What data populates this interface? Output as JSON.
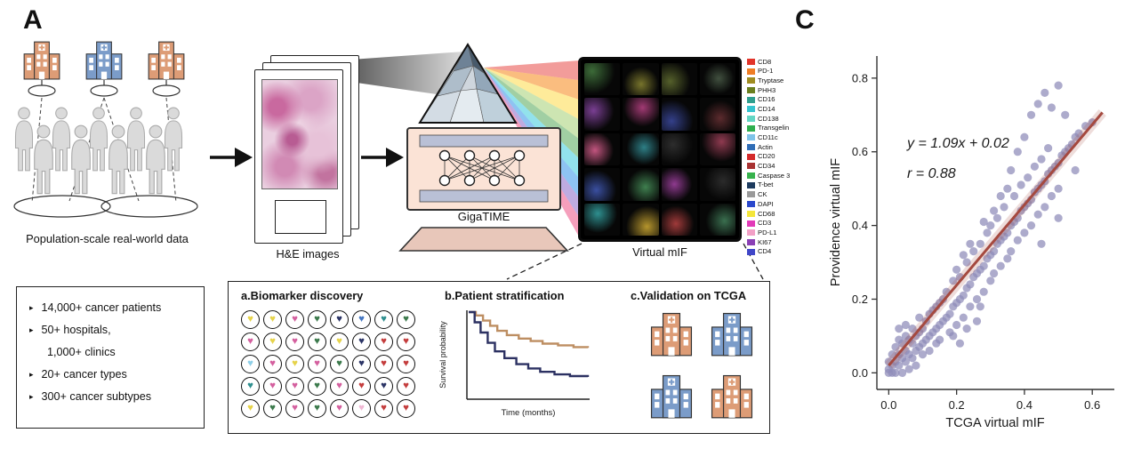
{
  "panels": {
    "a": "A",
    "c": "C"
  },
  "population": {
    "caption": "Population-scale real-world data",
    "hospital_colors": [
      "#dd9c76",
      "#7b9cc9",
      "#dd9c76"
    ]
  },
  "he": {
    "caption": "H&E images"
  },
  "model": {
    "label": "GigaTIME",
    "ray_colors": [
      "#e53935",
      "#f57c00",
      "#fdd835",
      "#9ccc65",
      "#43a047",
      "#26c6da",
      "#1e88e5",
      "#7e57c2",
      "#ec407a"
    ]
  },
  "mif": {
    "caption": "Virtual mIF",
    "tile_colors": [
      "#3c6b38",
      "#77742c",
      "#55602b",
      "#41503f",
      "#7a3f93",
      "#a23a74",
      "#34408a",
      "#5c2b2e",
      "#c2557f",
      "#2e7f86",
      "#2d2d2d",
      "#8f3a50",
      "#3a4fa0",
      "#3f7f4f",
      "#8f3a8f",
      "#2b2b2b",
      "#2e8f8f",
      "#b5952d",
      "#a03a3a",
      "#3a6f4f"
    ]
  },
  "legend": {
    "markers": [
      {
        "name": "CD8",
        "color": "#e2342a"
      },
      {
        "name": "PD-1",
        "color": "#ef7d25"
      },
      {
        "name": "Tryptase",
        "color": "#a08c21"
      },
      {
        "name": "PHH3",
        "color": "#6b7f1e"
      },
      {
        "name": "CD16",
        "color": "#2f9e8e"
      },
      {
        "name": "CD14",
        "color": "#35c4cf"
      },
      {
        "name": "CD138",
        "color": "#63d6c4"
      },
      {
        "name": "Transgelin",
        "color": "#2fae4e"
      },
      {
        "name": "CD11c",
        "color": "#7fc3e8"
      },
      {
        "name": "Actin",
        "color": "#2f6db6"
      },
      {
        "name": "CD20",
        "color": "#d42a2a"
      },
      {
        "name": "CD34",
        "color": "#a83232"
      },
      {
        "name": "Caspase 3",
        "color": "#37b24d"
      },
      {
        "name": "T-bet",
        "color": "#1d3b5e"
      },
      {
        "name": "CK",
        "color": "#9a9a9a"
      },
      {
        "name": "DAPI",
        "color": "#2a47cc"
      },
      {
        "name": "CD68",
        "color": "#f4e63a"
      },
      {
        "name": "CD3",
        "color": "#e23ab8"
      },
      {
        "name": "PD-L1",
        "color": "#f2a0c6"
      },
      {
        "name": "KI67",
        "color": "#8a3fb5"
      },
      {
        "name": "CD4",
        "color": "#4046c8"
      }
    ]
  },
  "stats_box": {
    "items": [
      {
        "bullet": true,
        "indent": false,
        "text": "14,000+ cancer patients"
      },
      {
        "bullet": true,
        "indent": false,
        "text": "50+ hospitals,"
      },
      {
        "bullet": false,
        "indent": true,
        "text": "1,000+ clinics"
      },
      {
        "bullet": true,
        "indent": false,
        "text": "20+ cancer types"
      },
      {
        "bullet": true,
        "indent": false,
        "text": "300+ cancer subtypes"
      }
    ]
  },
  "applications": {
    "biomarker": {
      "title": "a.Biomarker discovery",
      "palette": [
        "#e6d34b",
        "#d4609f",
        "#3c7a4c",
        "#2c3566",
        "#4577c2",
        "#2f8f8f",
        "#c43d3d",
        "#8fd0e8",
        "#f0b8d4",
        "#7a2d52"
      ],
      "grid": [
        [
          0,
          0,
          1,
          2,
          3,
          4,
          5,
          2
        ],
        [
          1,
          0,
          1,
          2,
          0,
          3,
          6,
          6
        ],
        [
          7,
          1,
          0,
          1,
          2,
          3,
          6,
          6
        ],
        [
          5,
          1,
          1,
          2,
          1,
          6,
          3,
          6
        ],
        [
          0,
          2,
          1,
          2,
          1,
          8,
          6,
          6
        ]
      ]
    },
    "stratification": {
      "title": "b.Patient stratification",
      "ylabel": "Survival probability",
      "xlabel": "Time (months)",
      "curves": [
        {
          "name": "upper",
          "color": "#bd8e62",
          "points": [
            [
              0,
              1
            ],
            [
              0.06,
              0.96
            ],
            [
              0.12,
              0.9
            ],
            [
              0.18,
              0.84
            ],
            [
              0.24,
              0.78
            ],
            [
              0.32,
              0.73
            ],
            [
              0.42,
              0.69
            ],
            [
              0.52,
              0.66
            ],
            [
              0.62,
              0.63
            ],
            [
              0.75,
              0.61
            ],
            [
              0.88,
              0.59
            ],
            [
              1,
              0.58
            ]
          ]
        },
        {
          "name": "lower",
          "color": "#2c3162",
          "points": [
            [
              0,
              1
            ],
            [
              0.05,
              0.88
            ],
            [
              0.1,
              0.76
            ],
            [
              0.16,
              0.64
            ],
            [
              0.22,
              0.54
            ],
            [
              0.3,
              0.46
            ],
            [
              0.4,
              0.39
            ],
            [
              0.5,
              0.34
            ],
            [
              0.6,
              0.3
            ],
            [
              0.72,
              0.27
            ],
            [
              0.85,
              0.25
            ],
            [
              1,
              0.24
            ]
          ]
        }
      ]
    },
    "validation": {
      "title": "c.Validation on TCGA",
      "hospital_colors": [
        "#dd9c76",
        "#7b9cc9",
        "#7b9cc9",
        "#dd9c76"
      ]
    }
  },
  "chart_data": {
    "type": "scatter",
    "title": "",
    "xlabel": "TCGA virtual mIF",
    "ylabel": "Providence virtual mIF",
    "xlim": [
      -0.035,
      0.665
    ],
    "ylim": [
      -0.045,
      0.86
    ],
    "xticks": [
      0.0,
      0.2,
      0.4,
      0.6
    ],
    "yticks": [
      0.0,
      0.2,
      0.4,
      0.6,
      0.8
    ],
    "grid": false,
    "annotation": {
      "line1": "y = 1.09x + 0.02",
      "line2": "r = 0.88"
    },
    "regression": {
      "slope": 1.09,
      "intercept": 0.02,
      "r": 0.88,
      "color": "#a5493f",
      "x_range": [
        0.0,
        0.63
      ]
    },
    "point_color": "#8e8ab8",
    "points": [
      [
        0,
        0.01
      ],
      [
        0.01,
        0.02
      ],
      [
        0.01,
        0.05
      ],
      [
        0.02,
        0.03
      ],
      [
        0.02,
        0.07
      ],
      [
        0.03,
        0.02
      ],
      [
        0.03,
        0.05
      ],
      [
        0.03,
        0.09
      ],
      [
        0.04,
        0.04
      ],
      [
        0.04,
        0.08
      ],
      [
        0.05,
        0.03
      ],
      [
        0.05,
        0.06
      ],
      [
        0.05,
        0.1
      ],
      [
        0.06,
        0.05
      ],
      [
        0.06,
        0.09
      ],
      [
        0.07,
        0.04
      ],
      [
        0.07,
        0.08
      ],
      [
        0.07,
        0.12
      ],
      [
        0.08,
        0.06
      ],
      [
        0.08,
        0.1
      ],
      [
        0.02,
        0
      ],
      [
        0.01,
        0
      ],
      [
        0,
        0.03
      ],
      [
        0,
        0
      ],
      [
        0.04,
        0
      ],
      [
        0.05,
        0.13
      ],
      [
        0.06,
        0.01
      ],
      [
        0.03,
        0.12
      ],
      [
        0.08,
        0.02
      ],
      [
        0.09,
        0.07
      ],
      [
        0.09,
        0.11
      ],
      [
        0.09,
        0.15
      ],
      [
        0.1,
        0.08
      ],
      [
        0.1,
        0.12
      ],
      [
        0.1,
        0.05
      ],
      [
        0.11,
        0.09
      ],
      [
        0.11,
        0.14
      ],
      [
        0.12,
        0.1
      ],
      [
        0.12,
        0.06
      ],
      [
        0.12,
        0.16
      ],
      [
        0.13,
        0.11
      ],
      [
        0.13,
        0.17
      ],
      [
        0.14,
        0.12
      ],
      [
        0.14,
        0.08
      ],
      [
        0.14,
        0.18
      ],
      [
        0.15,
        0.13
      ],
      [
        0.15,
        0.19
      ],
      [
        0.15,
        0.09
      ],
      [
        0.16,
        0.14
      ],
      [
        0.16,
        0.2
      ],
      [
        0.17,
        0.15
      ],
      [
        0.17,
        0.22
      ],
      [
        0.18,
        0.16
      ],
      [
        0.18,
        0.11
      ],
      [
        0.19,
        0.18
      ],
      [
        0.19,
        0.25
      ],
      [
        0.2,
        0.19
      ],
      [
        0.2,
        0.13
      ],
      [
        0.2,
        0.28
      ],
      [
        0.21,
        0.2
      ],
      [
        0.21,
        0.26
      ],
      [
        0.22,
        0.21
      ],
      [
        0.22,
        0.15
      ],
      [
        0.23,
        0.23
      ],
      [
        0.23,
        0.3
      ],
      [
        0.24,
        0.24
      ],
      [
        0.24,
        0.18
      ],
      [
        0.25,
        0.26
      ],
      [
        0.25,
        0.33
      ],
      [
        0.26,
        0.27
      ],
      [
        0.26,
        0.2
      ],
      [
        0.27,
        0.28
      ],
      [
        0.27,
        0.35
      ],
      [
        0.28,
        0.29
      ],
      [
        0.28,
        0.22
      ],
      [
        0.29,
        0.31
      ],
      [
        0.29,
        0.38
      ],
      [
        0.3,
        0.32
      ],
      [
        0.3,
        0.25
      ],
      [
        0.3,
        0.4
      ],
      [
        0.31,
        0.33
      ],
      [
        0.31,
        0.27
      ],
      [
        0.32,
        0.35
      ],
      [
        0.32,
        0.42
      ],
      [
        0.33,
        0.36
      ],
      [
        0.33,
        0.29
      ],
      [
        0.34,
        0.37
      ],
      [
        0.34,
        0.45
      ],
      [
        0.35,
        0.38
      ],
      [
        0.35,
        0.31
      ],
      [
        0.19,
        0.1
      ],
      [
        0.22,
        0.32
      ],
      [
        0.24,
        0.35
      ],
      [
        0.26,
        0.14
      ],
      [
        0.28,
        0.41
      ],
      [
        0.21,
        0.08
      ],
      [
        0.23,
        0.12
      ],
      [
        0.27,
        0.18
      ],
      [
        0.31,
        0.44
      ],
      [
        0.33,
        0.48
      ],
      [
        0.36,
        0.4
      ],
      [
        0.36,
        0.33
      ],
      [
        0.37,
        0.41
      ],
      [
        0.37,
        0.48
      ],
      [
        0.38,
        0.42
      ],
      [
        0.38,
        0.36
      ],
      [
        0.39,
        0.44
      ],
      [
        0.39,
        0.51
      ],
      [
        0.4,
        0.45
      ],
      [
        0.4,
        0.38
      ],
      [
        0.41,
        0.46
      ],
      [
        0.41,
        0.53
      ],
      [
        0.42,
        0.47
      ],
      [
        0.42,
        0.4
      ],
      [
        0.43,
        0.49
      ],
      [
        0.43,
        0.56
      ],
      [
        0.44,
        0.5
      ],
      [
        0.44,
        0.43
      ],
      [
        0.45,
        0.51
      ],
      [
        0.45,
        0.58
      ],
      [
        0.46,
        0.52
      ],
      [
        0.46,
        0.45
      ],
      [
        0.47,
        0.54
      ],
      [
        0.47,
        0.61
      ],
      [
        0.48,
        0.55
      ],
      [
        0.48,
        0.48
      ],
      [
        0.49,
        0.56
      ],
      [
        0.5,
        0.57
      ],
      [
        0.5,
        0.5
      ],
      [
        0.51,
        0.59
      ],
      [
        0.52,
        0.6
      ],
      [
        0.53,
        0.61
      ],
      [
        0.54,
        0.62
      ],
      [
        0.55,
        0.64
      ],
      [
        0.56,
        0.65
      ],
      [
        0.58,
        0.67
      ],
      [
        0.6,
        0.68
      ],
      [
        0.44,
        0.73
      ],
      [
        0.46,
        0.76
      ],
      [
        0.48,
        0.72
      ],
      [
        0.5,
        0.78
      ],
      [
        0.42,
        0.7
      ],
      [
        0.38,
        0.6
      ],
      [
        0.4,
        0.64
      ],
      [
        0.36,
        0.55
      ],
      [
        0.52,
        0.7
      ],
      [
        0.35,
        0.5
      ],
      [
        0.45,
        0.35
      ],
      [
        0.5,
        0.42
      ],
      [
        0.55,
        0.55
      ]
    ]
  }
}
